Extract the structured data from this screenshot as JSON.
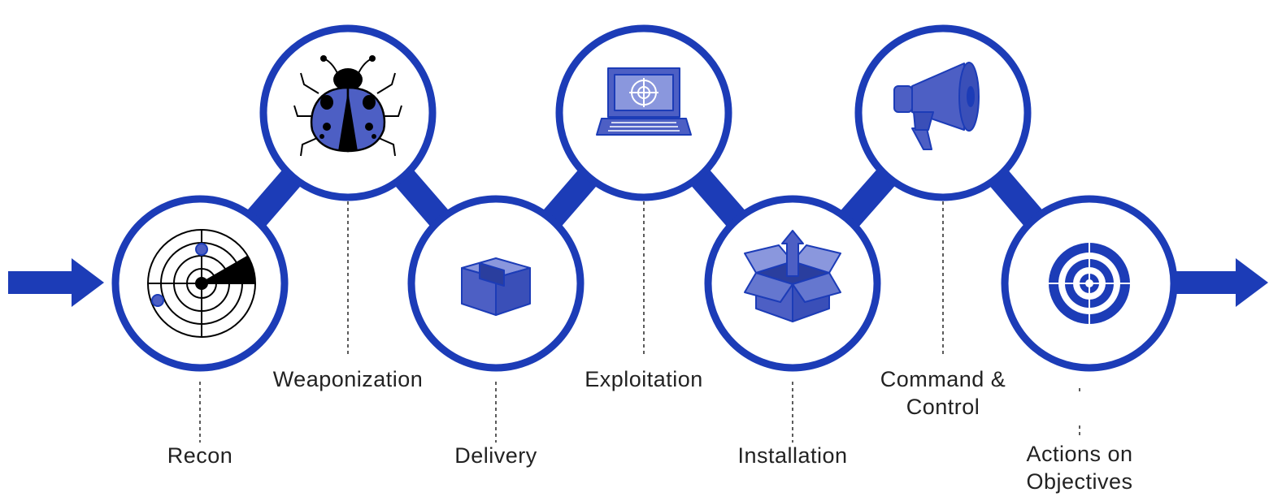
{
  "colors": {
    "primary": "#1c3cb7",
    "icon_fill": "#4d5fc4",
    "icon_dark": "#000000",
    "background": "#ffffff",
    "label": "#222222",
    "dash": "#333333"
  },
  "stages": [
    {
      "label": "Recon",
      "icon": "radar-icon"
    },
    {
      "label": "Weaponization",
      "icon": "ladybug-icon"
    },
    {
      "label": "Delivery",
      "icon": "package-box-icon"
    },
    {
      "label": "Exploitation",
      "icon": "laptop-target-icon"
    },
    {
      "label": "Installation",
      "icon": "open-box-upload-icon"
    },
    {
      "label": "Command & Control",
      "icon": "megaphone-icon"
    },
    {
      "label": "Actions on Objectives",
      "icon": "target-crosshair-icon"
    }
  ]
}
